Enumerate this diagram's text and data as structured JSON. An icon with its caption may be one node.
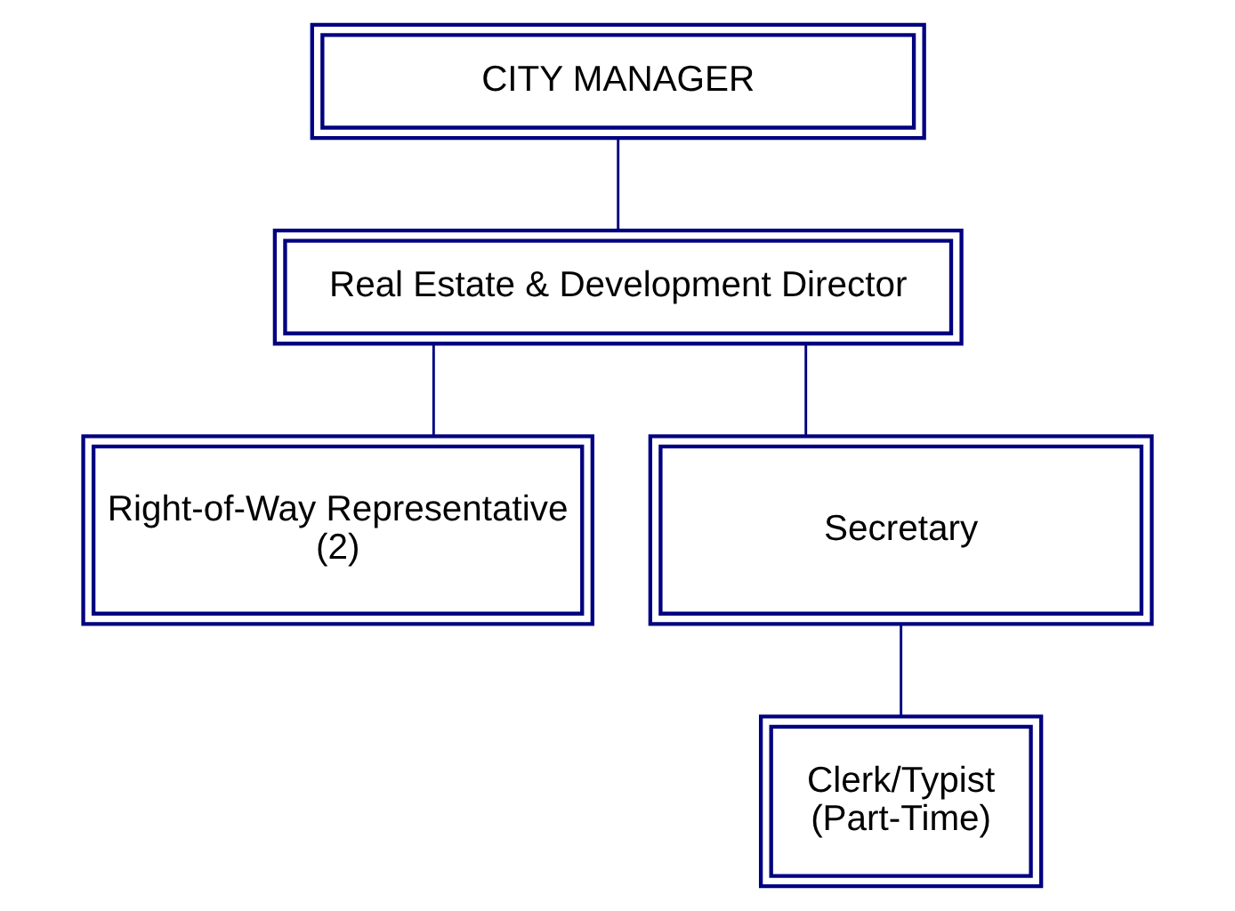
{
  "diagram": {
    "nodes": [
      {
        "text": [
          "CITY MANAGER"
        ]
      },
      {
        "text": [
          "Real Estate & Development Director"
        ]
      },
      {
        "text": [
          "Right-of-Way Representative (2)"
        ]
      },
      {
        "text": [
          "Secretary"
        ]
      },
      {
        "text": [
          "Clerk/Typist (Part-Time)"
        ]
      }
    ],
    "edges": [
      {
        "from": 0,
        "to": 1,
        "arrow": "none"
      },
      {
        "from": 1,
        "to": 2,
        "arrow": "none"
      },
      {
        "from": 1,
        "to": 3,
        "arrow": "none"
      },
      {
        "from": 3,
        "to": 4,
        "arrow": "none"
      }
    ]
  }
}
